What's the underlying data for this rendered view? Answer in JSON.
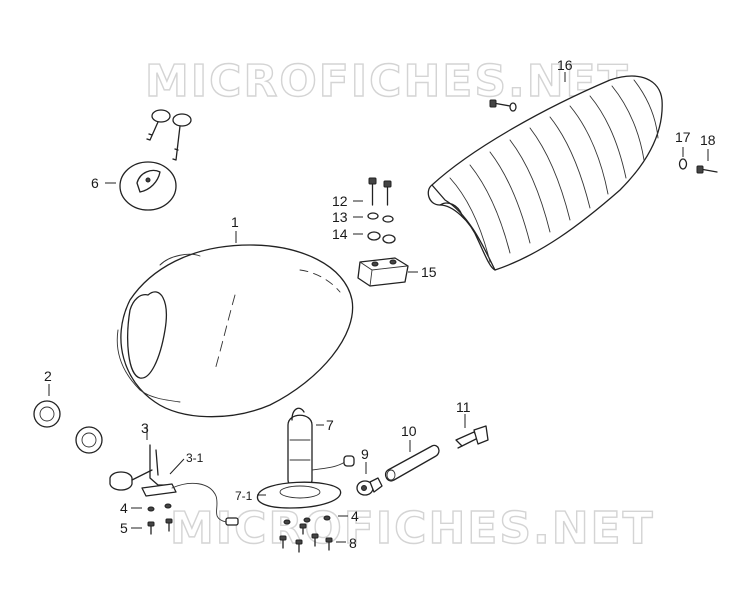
{
  "watermark": {
    "top": "MICROFICHES.NET",
    "bottom": "MICROFICHES.NET"
  },
  "labels": {
    "p1": "1",
    "p2": "2",
    "p3": "3",
    "p3_1": "3-1",
    "p4_left": "4",
    "p4_right": "4",
    "p5": "5",
    "p6": "6",
    "p7": "7",
    "p7_1": "7-1",
    "p8": "8",
    "p9": "9",
    "p10": "10",
    "p11": "11",
    "p12": "12",
    "p13": "13",
    "p14": "14",
    "p15": "15",
    "p16": "16",
    "p17": "17",
    "p18": "18"
  }
}
